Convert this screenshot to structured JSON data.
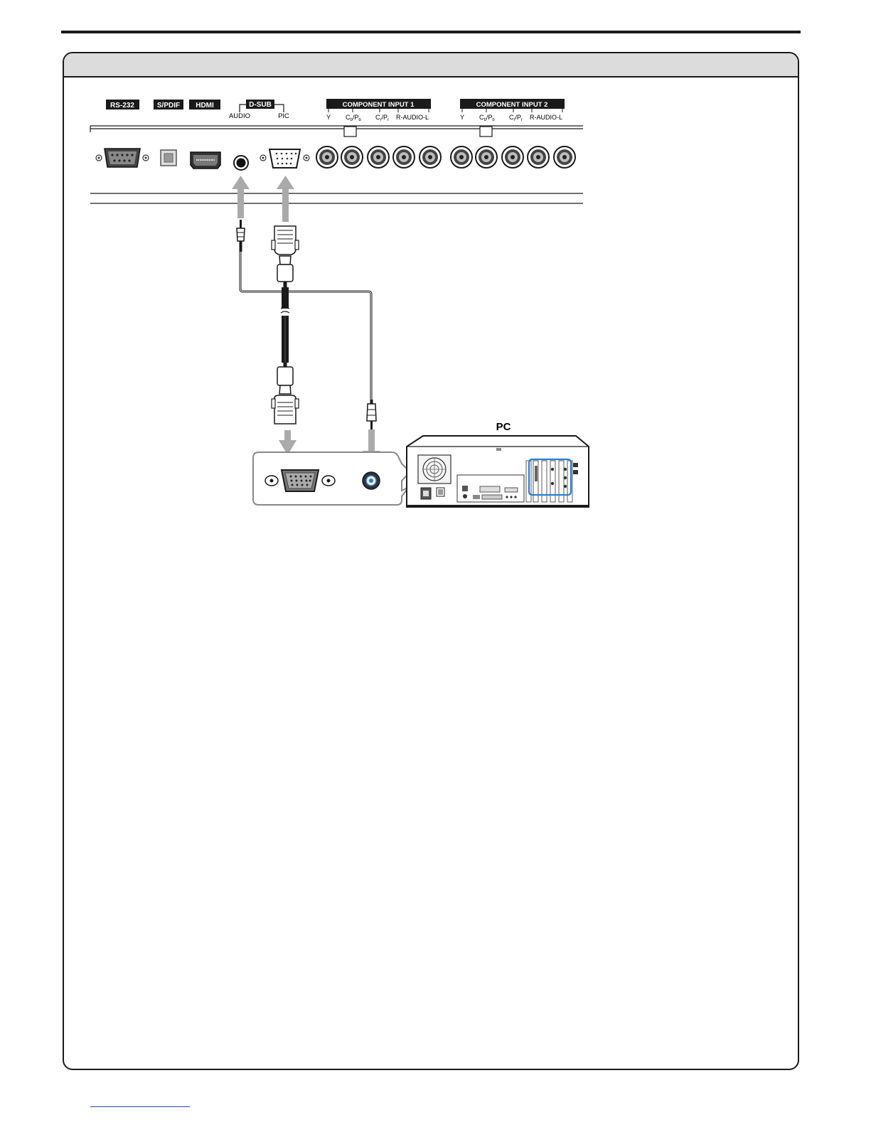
{
  "panel_labels": {
    "rs232": "RS-232",
    "spdif": "S/PDIF",
    "hdmi": "HDMI",
    "dsub": "D-SUB",
    "audio": "AUDIO",
    "pic": "PIC",
    "component1": "COMPONENT INPUT 1",
    "component2": "COMPONENT INPUT 2",
    "y": "Y",
    "cb_c": "C",
    "cb_b": "b",
    "cb_slash": "/P",
    "cb_pb": "b",
    "cr_c": "C",
    "cr_r": "r",
    "cr_slash": "/P",
    "cr_pr": "r",
    "audio_rl": "R-AUDIO-L"
  },
  "pc_label": "PC",
  "colors": {
    "ink": "#1a1a1a",
    "arrow": "#aaaaaa",
    "header_bar": "#dcdcdc",
    "highlight": "#2a7fd4"
  }
}
